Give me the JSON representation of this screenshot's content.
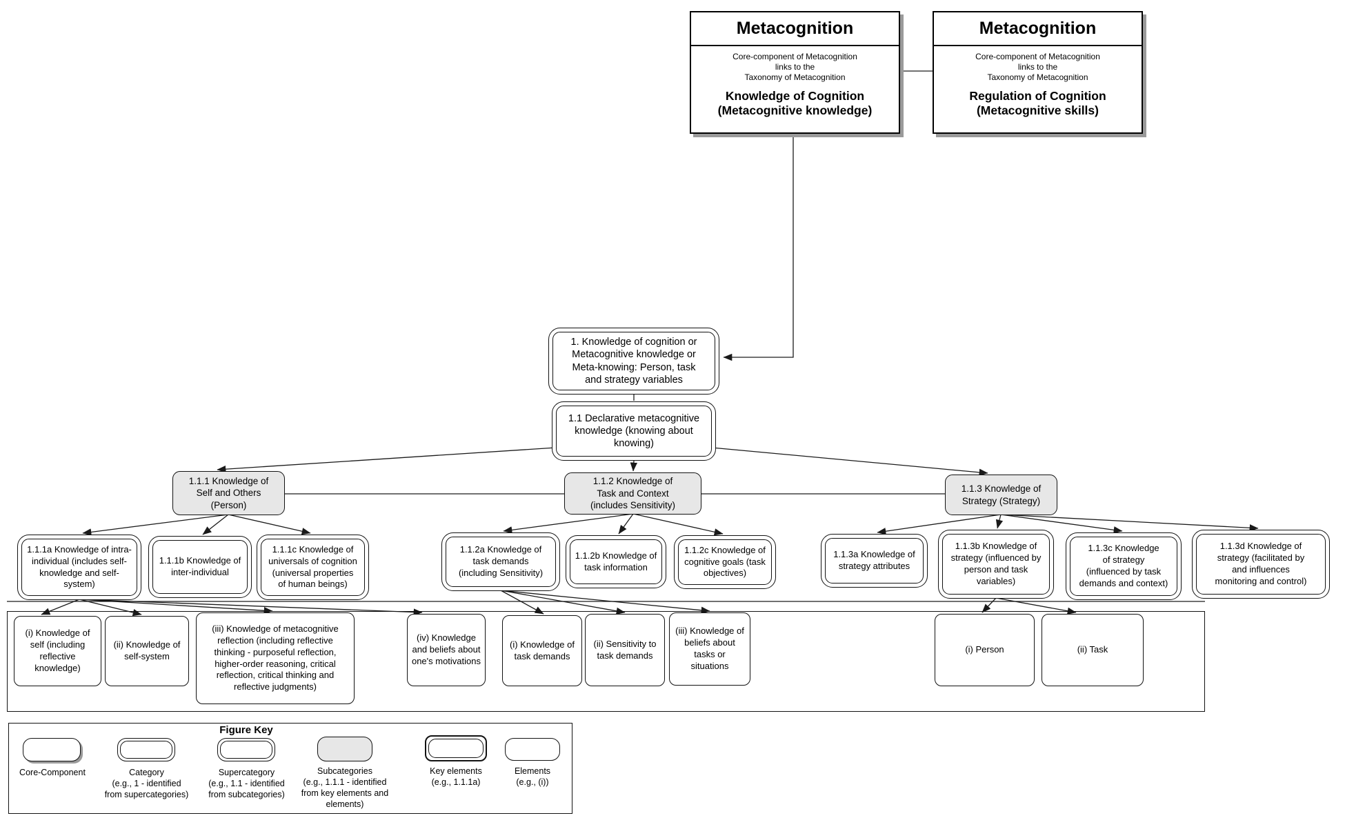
{
  "top_boxes": [
    {
      "title": "Metacognition",
      "body": "Core-component of Metacognition\nlinks to the\nTaxonomy of Metacognition",
      "emphasis": "Knowledge of Cognition\n(Metacognitive knowledge)"
    },
    {
      "title": "Metacognition",
      "body": "Core-component of Metacognition\nlinks to the\nTaxonomy of Metacognition",
      "emphasis": "Regulation of Cognition\n(Metacognitive skills)"
    }
  ],
  "category": {
    "label": "1. Knowledge of cognition or\nMetacognitive knowledge or\nMeta-knowing: Person, task\nand strategy variables"
  },
  "supercategory": {
    "label": "1.1 Declarative metacognitive\nknowledge (knowing about\nknowing)"
  },
  "subcategories": [
    {
      "label": "1.1.1 Knowledge of\nSelf and Others\n(Person)"
    },
    {
      "label": "1.1.2 Knowledge of\nTask and Context\n(includes Sensitivity)"
    },
    {
      "label": "1.1.3 Knowledge of\nStrategy (Strategy)"
    }
  ],
  "key_elements": [
    {
      "label": "1.1.1a Knowledge of intra-\nindividual (includes self-\nknowledge and self-\nsystem)"
    },
    {
      "label": "1.1.1b Knowledge of\ninter-individual"
    },
    {
      "label": "1.1.1c Knowledge of\nuniversals of cognition\n(universal properties\nof human beings)"
    },
    {
      "label": "1.1.2a Knowledge of\ntask demands\n(including Sensitivity)"
    },
    {
      "label": "1.1.2b Knowledge of\ntask information"
    },
    {
      "label": "1.1.2c Knowledge of\ncognitive goals (task\nobjectives)"
    },
    {
      "label": "1.1.3a Knowledge of\nstrategy attributes"
    },
    {
      "label": "1.1.3b Knowledge of\nstrategy (influenced by\nperson and task\nvariables)"
    },
    {
      "label": "1.1.3c Knowledge\nof strategy\n(influenced by task\ndemands and context)"
    },
    {
      "label": "1.1.3d Knowledge of\nstrategy (facilitated by\nand influences\nmonitoring and control)"
    }
  ],
  "elements": [
    {
      "label": "(i) Knowledge of\nself (including\nreflective\nknowledge)"
    },
    {
      "label": "(ii) Knowledge of\nself-system"
    },
    {
      "label": "(iii) Knowledge of metacognitive\nreflection (including reflective\nthinking - purposeful reflection,\nhigher-order reasoning, critical\nreflection, critical thinking and\nreflective judgments)"
    },
    {
      "label": "(iv) Knowledge\nand beliefs about\none's motivations"
    },
    {
      "label": "(i) Knowledge of\ntask demands"
    },
    {
      "label": "(ii) Sensitivity to\ntask demands"
    },
    {
      "label": "(iii) Knowledge of\nbeliefs about\ntasks or\nsituations"
    },
    {
      "label": "(i) Person"
    },
    {
      "label": "(ii) Task"
    }
  ],
  "figure_key": {
    "title": "Figure Key",
    "items": [
      {
        "label": "Core-Component"
      },
      {
        "label": "Category\n(e.g., 1 - identified\nfrom supercategories)"
      },
      {
        "label": "Supercategory\n(e.g., 1.1 - identified\nfrom subcategories)"
      },
      {
        "label": "Subcategories\n(e.g., 1.1.1 - identified\nfrom key elements and\nelements)"
      },
      {
        "label": "Key elements\n(e.g., 1.1.1a)"
      },
      {
        "label": "Elements\n(e.g., (i))"
      }
    ]
  },
  "colors": {
    "box_fill": "#ffffff",
    "gray_fill": "#e7e7e7",
    "line": "#1a1a1a",
    "shadow": "#9a9a9a"
  }
}
